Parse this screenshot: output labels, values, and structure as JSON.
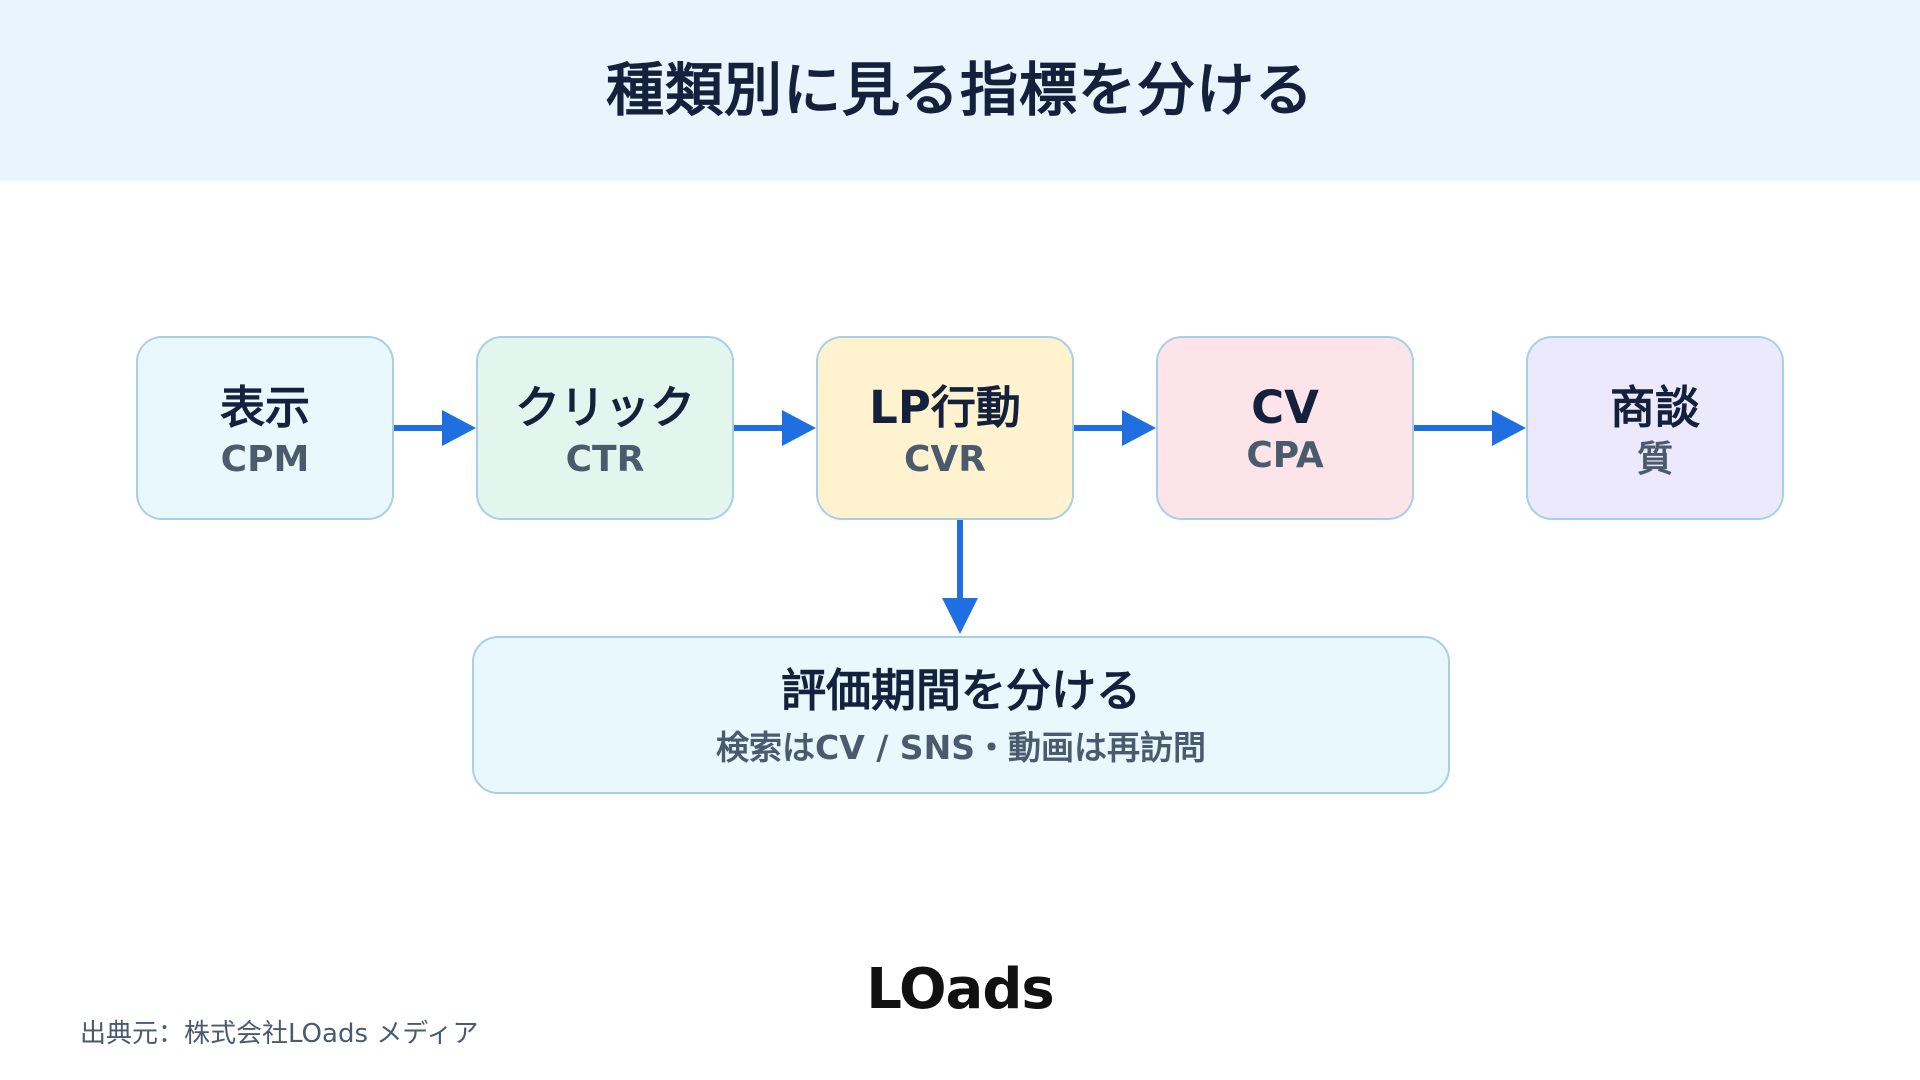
{
  "title": "種類別に見る指標を分ける",
  "colors": {
    "header_bg": "#e8f5fd",
    "arrow": "#1f6fe0",
    "border": "#a9cfe6"
  },
  "nodes": [
    {
      "label": "表示",
      "sub": "CPM",
      "bg": "#e8f8fd"
    },
    {
      "label": "クリック",
      "sub": "CTR",
      "bg": "#e2f6ee"
    },
    {
      "label": "LP行動",
      "sub": "CVR",
      "bg": "#fff3cf"
    },
    {
      "label": "CV",
      "sub": "CPA",
      "bg": "#fde4e8"
    },
    {
      "label": "商談",
      "sub": "質",
      "bg": "#ede9fc"
    }
  ],
  "bottom_node": {
    "label": "評価期間を分ける",
    "sub": "検索はCV / SNS・動画は再訪問",
    "bg": "#e8f8fd"
  },
  "logo": "LOads",
  "source": "出典元：株式会社LOads メディア"
}
